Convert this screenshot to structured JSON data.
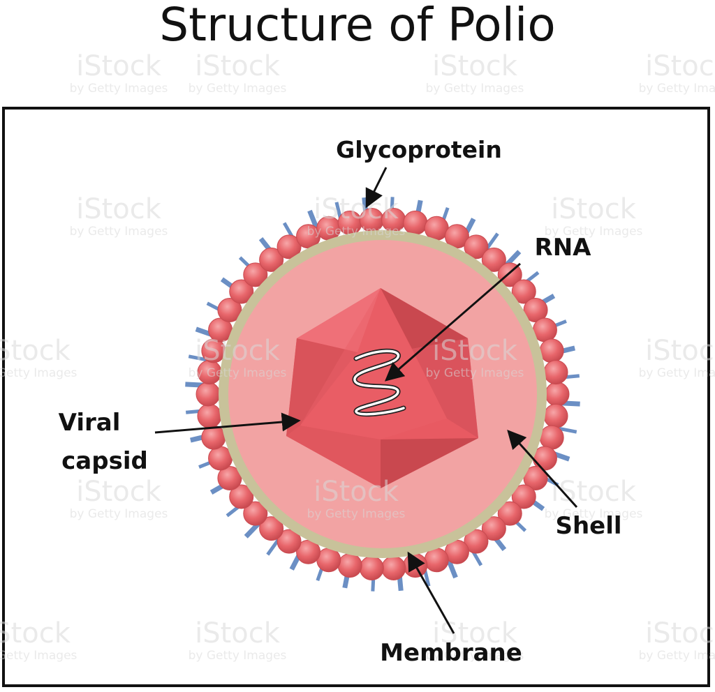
{
  "title": "Structure of Polio",
  "labels": {
    "glycoprotein": "Glycoprotein",
    "rna": "RNA",
    "viral_capsid_line1": "Viral",
    "viral_capsid_line2": "capsid",
    "shell": "Shell",
    "membrane": "Membrane"
  },
  "watermark": {
    "brand": "iStock",
    "sub": "by Getty Images"
  },
  "colors": {
    "background": "#ffffff",
    "frame": "#111111",
    "bead_fill": "#e8666b",
    "bead_edge": "#c94a50",
    "spike": "#6b8fc4",
    "shell_ring": "#c8c29a",
    "inner_fill": "#f2a3a3",
    "capsid_main": "#e85a62",
    "capsid_dark": "#c9484f",
    "capsid_light": "#ef7078",
    "rna_stroke": "#ffffff"
  }
}
